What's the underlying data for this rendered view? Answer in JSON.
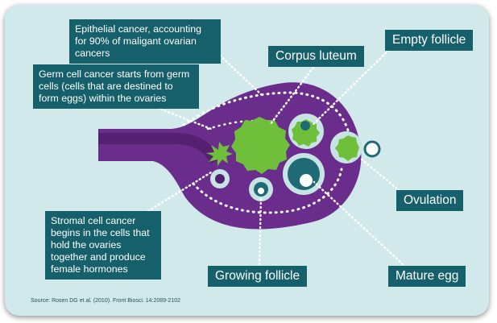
{
  "callouts": {
    "epithelial": "Epithelial cancer, accounting for 90% of maligant ovarian cancers",
    "germ_cell": "Germ cell cancer starts from germ cells (cells that are destined to form eggs) within the ovaries",
    "stromal": "Stromal cell cancer begins in the cells that hold the ovaries together and produce female hormones"
  },
  "labels": {
    "corpus_luteum": "Corpus luteum",
    "empty_follicle": "Empty follicle",
    "ovulation": "Ovulation",
    "growing_follicle": "Growing follicle",
    "mature_egg": "Mature egg"
  },
  "source": "Source: Rosen  DG et al. (2010).  Front Biosci. 14:2089-2102",
  "colors": {
    "background": "#d2e9eb",
    "label_box": "#15606a",
    "ovary_purple": "#6a2d8b",
    "ovary_dark": "#55206f",
    "cancer_green": "#6fbf3a",
    "follicle_ring": "#c8e3e4",
    "follicle_teal": "#1f6a74"
  }
}
